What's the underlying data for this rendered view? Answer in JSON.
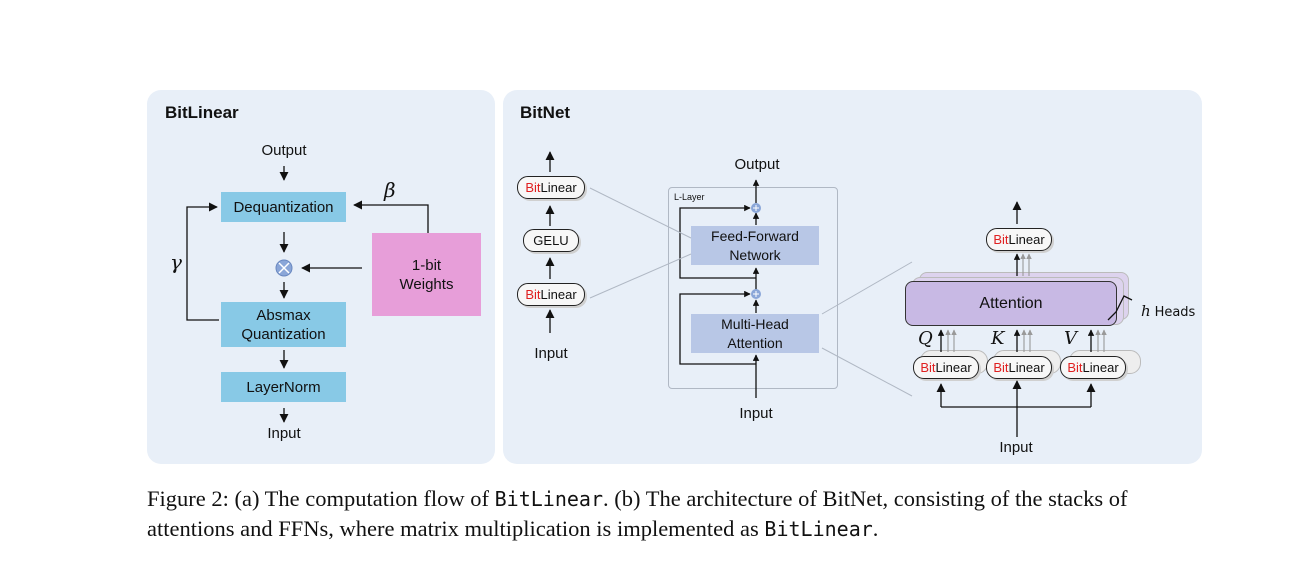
{
  "bitlinear_panel": {
    "title": "BitLinear",
    "output": "Output",
    "dequantization": "Dequantization",
    "beta": "β",
    "gamma": "γ",
    "weights_line1": "1-bit",
    "weights_line2": "Weights",
    "absmax_line1": "Absmax",
    "absmax_line2": "Quantization",
    "layernorm": "LayerNorm",
    "input": "Input"
  },
  "bitnet_panel": {
    "title": "BitNet",
    "ffn_column": {
      "bit": "Bit",
      "linear": "Linear",
      "gelu": "GELU",
      "input": "Input"
    },
    "stack": {
      "output": "Output",
      "l_layer": "L-Layer",
      "ffn_line1": "Feed-Forward",
      "ffn_line2": "Network",
      "mha_line1": "Multi-Head",
      "mha_line2": "Attention",
      "input": "Input"
    },
    "attention": {
      "attention": "Attention",
      "heads_h": "h",
      "heads": "Heads",
      "q": "Q",
      "k": "K",
      "v": "V",
      "input": "Input"
    }
  },
  "caption": {
    "p1": "Figure 2: (a) The computation flow of ",
    "c1": "BitLinear",
    "p2": ". (b) The architecture of BitNet, consisting of the stacks of attentions and FFNs, where matrix multiplication is implemented as ",
    "c2": "BitLinear",
    "p3": "."
  },
  "colors": {
    "panel_bg": "#e8eff8",
    "quant_box": "#88c9e6",
    "weights_box": "#e79ed9",
    "block_box": "#b8c7e6",
    "attention_box": "#c8b9e4",
    "bit_text": "#e02020"
  }
}
